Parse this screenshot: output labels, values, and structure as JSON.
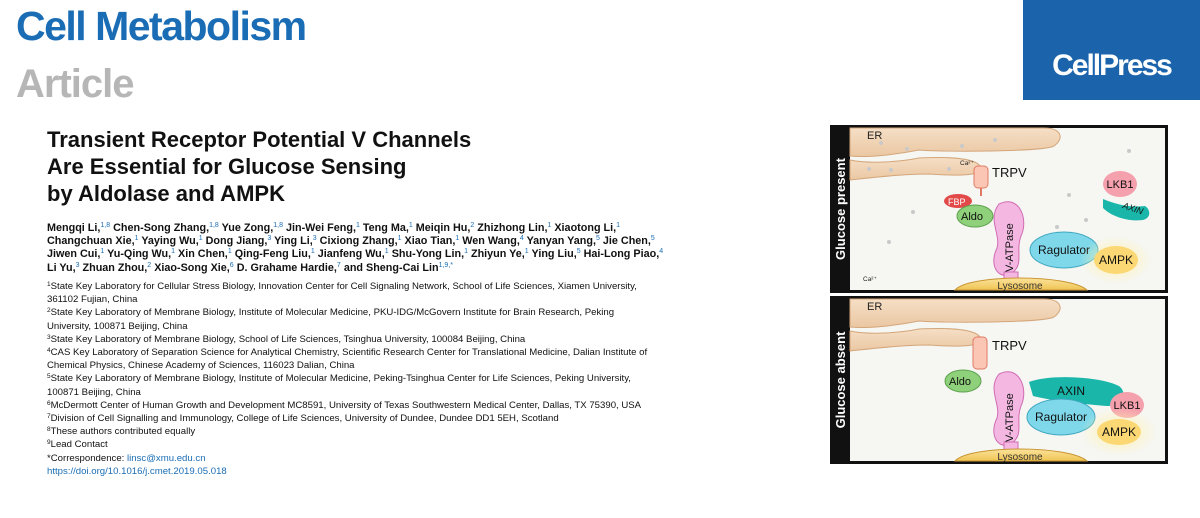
{
  "header": {
    "journal": "Cell Metabolism",
    "section": "Article",
    "publisher": "CellPress"
  },
  "title_lines": [
    "Transient Receptor Potential V Channels",
    "Are Essential for Glucose Sensing",
    "by Aldolase and AMPK"
  ],
  "authors": [
    [
      [
        "Mengqi Li,",
        "1,8"
      ],
      [
        "Chen-Song Zhang,",
        "1,8"
      ],
      [
        "Yue Zong,",
        "1,8"
      ],
      [
        "Jin-Wei Feng,",
        "1"
      ],
      [
        "Teng Ma,",
        "1"
      ],
      [
        "Meiqin Hu,",
        "2"
      ],
      [
        "Zhizhong Lin,",
        "1"
      ],
      [
        "Xiaotong Li,",
        "1"
      ]
    ],
    [
      [
        "Changchuan Xie,",
        "1"
      ],
      [
        "Yaying Wu,",
        "1"
      ],
      [
        "Dong Jiang,",
        "3"
      ],
      [
        "Ying Li,",
        "3"
      ],
      [
        "Cixiong Zhang,",
        "1"
      ],
      [
        "Xiao Tian,",
        "1"
      ],
      [
        "Wen Wang,",
        "4"
      ],
      [
        "Yanyan Yang,",
        "5"
      ],
      [
        "Jie Chen,",
        "5"
      ]
    ],
    [
      [
        "Jiwen Cui,",
        "1"
      ],
      [
        "Yu-Qing Wu,",
        "1"
      ],
      [
        "Xin Chen,",
        "1"
      ],
      [
        "Qing-Feng Liu,",
        "1"
      ],
      [
        "Jianfeng Wu,",
        "1"
      ],
      [
        "Shu-Yong Lin,",
        "1"
      ],
      [
        "Zhiyun Ye,",
        "1"
      ],
      [
        "Ying Liu,",
        "5"
      ],
      [
        "Hai-Long Piao,",
        "4"
      ]
    ],
    [
      [
        "Li Yu,",
        "3"
      ],
      [
        "Zhuan Zhou,",
        "2"
      ],
      [
        "Xiao-Song Xie,",
        "6"
      ],
      [
        "D. Grahame Hardie,",
        "7"
      ],
      [
        "and Sheng-Cai Lin",
        "1,9,*"
      ]
    ]
  ],
  "affiliation_lines": [
    [
      "1",
      "State Key Laboratory for Cellular Stress Biology, Innovation Center for Cell Signaling Network, School of Life Sciences, Xiamen University,"
    ],
    [
      "",
      "361102 Fujian, China"
    ],
    [
      "2",
      "State Key Laboratory of Membrane Biology, Institute of Molecular Medicine, PKU-IDG/McGovern Institute for Brain Research, Peking"
    ],
    [
      "",
      "University, 100871 Beijing, China"
    ],
    [
      "3",
      "State Key Laboratory of Membrane Biology, School of Life Sciences, Tsinghua University, 100084 Beijing, China"
    ],
    [
      "4",
      "CAS Key Laboratory of Separation Science for Analytical Chemistry, Scientific Research Center for Translational Medicine, Dalian Institute of"
    ],
    [
      "",
      "Chemical Physics, Chinese Academy of Sciences, 116023 Dalian, China"
    ],
    [
      "5",
      "State Key Laboratory of Membrane Biology, Institute of Molecular Medicine, Peking-Tsinghua Center for Life Sciences, Peking University,"
    ],
    [
      "",
      "100871 Beijing, China"
    ],
    [
      "6",
      "McDermott Center of Human Growth and Development MC8591, University of Texas Southwestern Medical Center, Dallas, TX 75390, USA"
    ],
    [
      "7",
      "Division of Cell Signalling and Immunology, College of Life Sciences, University of Dundee, Dundee DD1 5EH, Scotland"
    ],
    [
      "8",
      "These authors contributed equally"
    ],
    [
      "9",
      "Lead Contact"
    ]
  ],
  "correspondence": {
    "label": "*Correspondence: ",
    "email": "linsc@xmu.edu.cn"
  },
  "doi": "https://doi.org/10.1016/j.cmet.2019.05.018",
  "graphical_abstract": {
    "top_panel": {
      "side_label": "Glucose present",
      "er": "ER",
      "ca": "Ca²⁺",
      "ca2": "Ca²⁺",
      "trpv": "TRPV",
      "fbp": "FBP",
      "aldo": "Aldo",
      "vatpase": "V-ATPase",
      "regulator": "Ragulator",
      "ampk": "AMPK",
      "lkb1": "LKB1",
      "axin": "AXIN",
      "lysosome": "Lysosome"
    },
    "bottom_panel": {
      "side_label": "Glucose absent",
      "er": "ER",
      "trpv": "TRPV",
      "aldo": "Aldo",
      "vatpase": "V-ATPase",
      "axin": "AXIN",
      "regulator": "Ragulator",
      "lkb1": "LKB1",
      "ampk": "AMPK",
      "lysosome": "Lysosome"
    }
  }
}
